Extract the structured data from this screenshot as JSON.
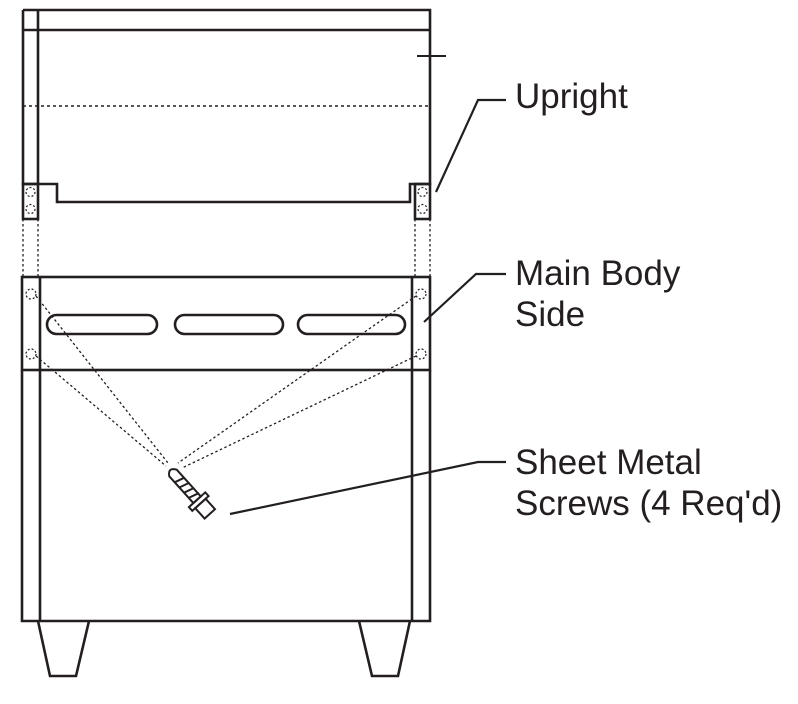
{
  "labels": {
    "upright": "Upright",
    "main_body_line1": "Main Body",
    "main_body_line2": "Side",
    "screws_line1": "Sheet Metal",
    "screws_line2": "Screws (4 Req'd)"
  },
  "colors": {
    "ink": "#231f20",
    "background": "#ffffff"
  }
}
